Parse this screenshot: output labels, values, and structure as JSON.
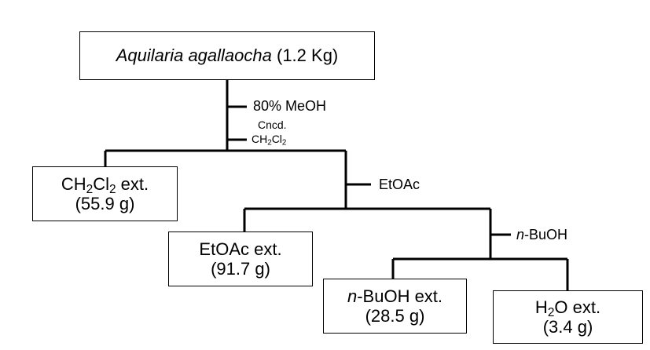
{
  "root": {
    "name": "Aquilaria agallaocha",
    "amount": "(1.2 Kg)"
  },
  "step1": {
    "solvent": "80% MeOH",
    "process": "Cncd.",
    "partition_prefix": "CH",
    "partition_sub1": "2",
    "partition_mid": "Cl",
    "partition_sub2": "2"
  },
  "fraction_ch2cl2": {
    "prefix": "CH",
    "sub1": "2",
    "mid": "Cl",
    "sub2": "2",
    "suffix": " ext.",
    "amount": "(55.9 g)"
  },
  "step2": {
    "solvent": "EtOAc"
  },
  "fraction_etoac": {
    "label": "EtOAc ext.",
    "amount": "(91.7 g)"
  },
  "step3": {
    "solvent_prefix": "n",
    "solvent_rest": "-BuOH"
  },
  "fraction_buoh": {
    "prefix": "n",
    "rest": "-BuOH ext.",
    "amount": "(28.5 g)"
  },
  "fraction_h2o": {
    "prefix": "H",
    "sub": "2",
    "rest": "O ext.",
    "amount": "(3.4 g)"
  }
}
